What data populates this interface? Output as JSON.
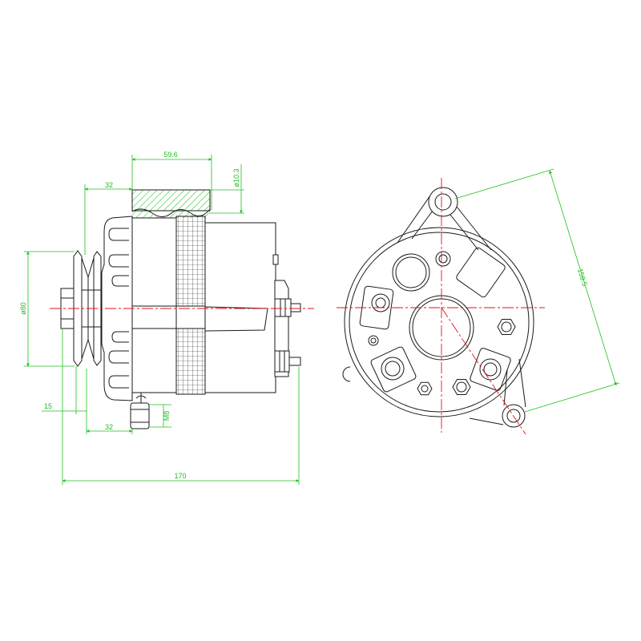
{
  "drawing": {
    "colors": {
      "background": "#ffffff",
      "outline": "#1a1a1a",
      "centerline": "#e3121b",
      "dimension": "#1fbf1f"
    },
    "dimensions": {
      "mount_width": "59.6",
      "mount_offset_top": "32",
      "mount_bore": "ø10.3",
      "pulley_diameter": "ø80",
      "pulley_offset": "15",
      "foot_offset": "32",
      "foot_thread": "M8",
      "overall_length": "170",
      "mount_center_distance": "159.5"
    }
  }
}
